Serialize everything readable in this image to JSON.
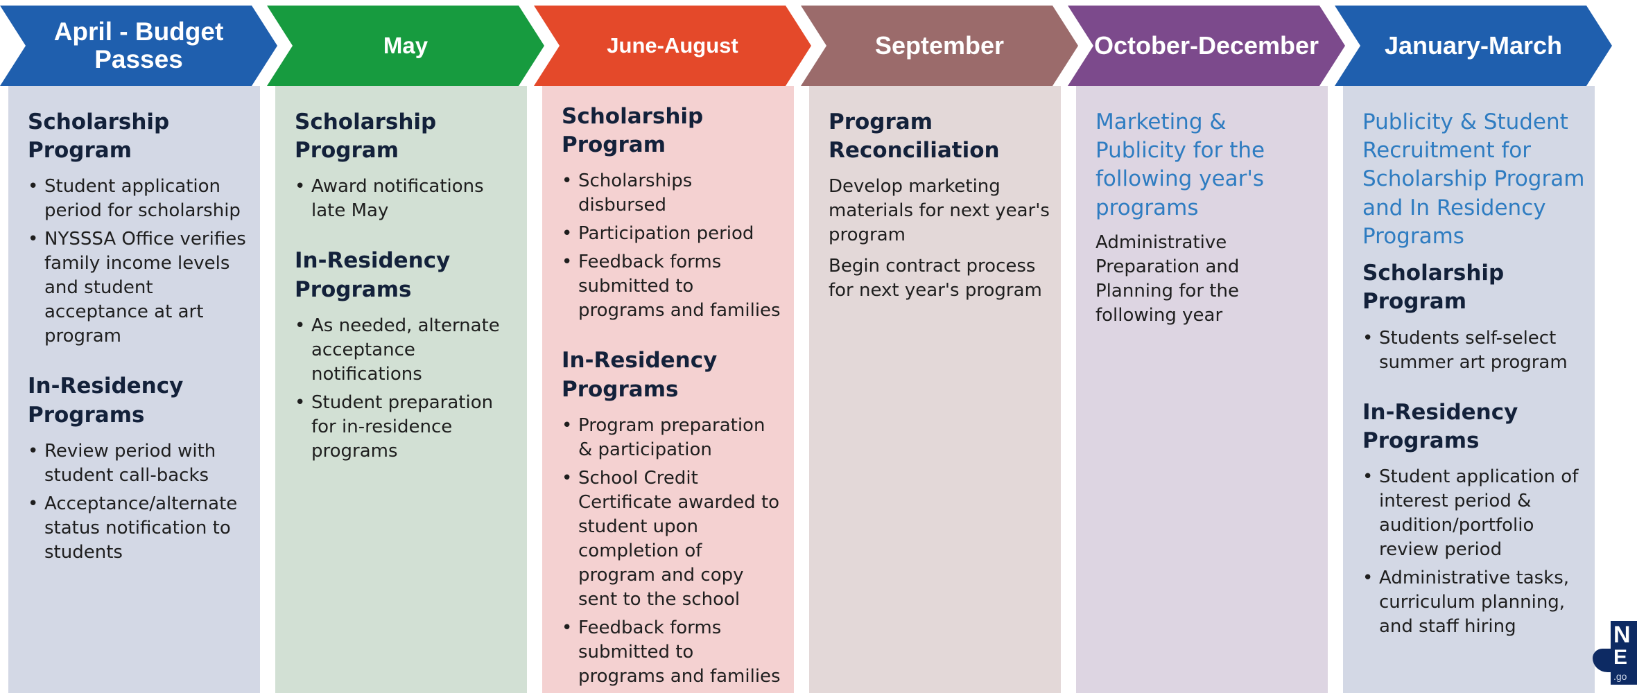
{
  "columns": [
    {
      "header": "April - Budget Passes",
      "header_color": "#1f5fae",
      "panel_color": "#d3d8e5",
      "sections": [
        {
          "title": "Scholarship Program",
          "items": [
            "Student application period for scholarship",
            "NYSSSA Office verifies family income levels and student acceptance at art program"
          ]
        },
        {
          "title": "In-Residency Programs",
          "items": [
            "Review period with student call-backs",
            "Acceptance/alternate status notification to students"
          ]
        }
      ]
    },
    {
      "header": "May",
      "header_color": "#179b3f",
      "panel_color": "#d2e0d4",
      "sections": [
        {
          "title": "Scholarship Program",
          "items": [
            "Award notifications late May"
          ]
        },
        {
          "title": "In-Residency Programs",
          "items": [
            "As needed, alternate acceptance notifications",
            "Student preparation for in-residence programs"
          ]
        }
      ]
    },
    {
      "header": "June-August",
      "header_color": "#e4492a",
      "panel_color": "#f4d1d1",
      "sections": [
        {
          "title": "Scholarship Program",
          "items": [
            "Scholarships disbursed",
            "Participation period",
            "Feedback forms submitted to programs and families"
          ]
        },
        {
          "title": "In-Residency Programs",
          "items": [
            "Program preparation & participation",
            "School Credit Certificate awarded to student upon completion of program and copy sent to the school",
            "Feedback forms submitted to programs and families"
          ]
        }
      ]
    },
    {
      "header": "September",
      "header_color": "#9b6b6b",
      "panel_color": "#e3d8d8",
      "title": "Program Reconciliation",
      "paragraphs": [
        "Develop marketing materials for next year's program",
        "Begin contract process for next year's program"
      ]
    },
    {
      "header": "October-December",
      "header_color": "#7c4a8c",
      "panel_color": "#ddd5e2",
      "blue_title": "Marketing & Publicity for the following year's programs",
      "paragraphs": [
        "Administrative Preparation and Planning for the following year"
      ]
    },
    {
      "header": "January-March",
      "header_color": "#1f5fae",
      "panel_color": "#d3d8e5",
      "blue_title": "Publicity & Student Recruitment for Scholarship Program and In Residency Programs",
      "sections": [
        {
          "title": "Scholarship Program",
          "items": [
            "Students self-select summer art program"
          ]
        },
        {
          "title": "In-Residency Programs",
          "items": [
            "Student application of interest period & audition/portfolio review period",
            "Administrative tasks, curriculum planning, and staff hiring"
          ]
        }
      ]
    }
  ],
  "logo": {
    "line1": "N",
    "line2": "E",
    "line3": ".go"
  }
}
